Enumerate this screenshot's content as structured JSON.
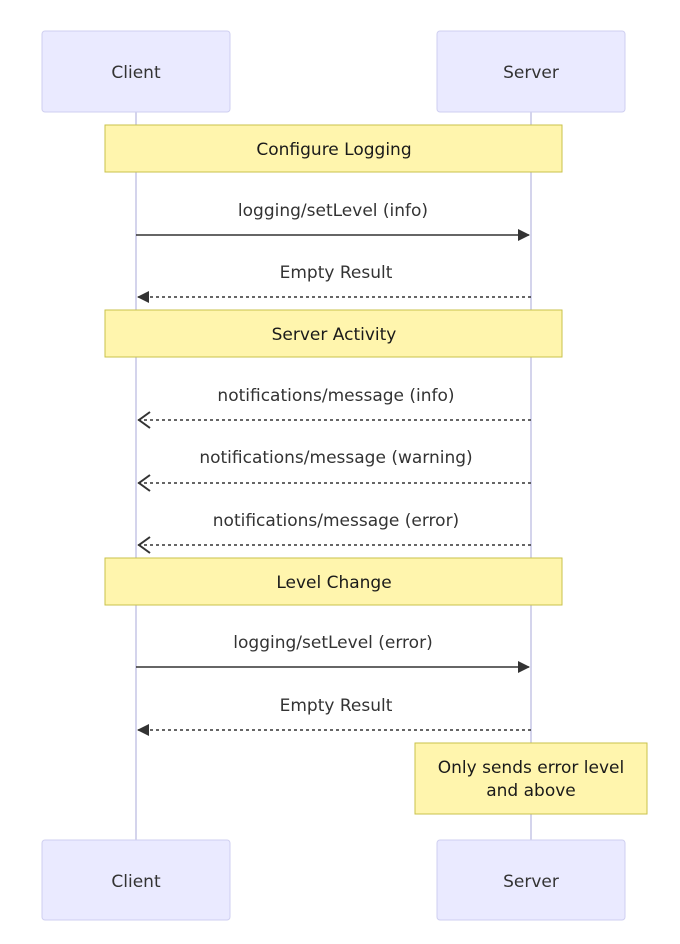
{
  "participants": [
    {
      "id": "client",
      "label": "Client"
    },
    {
      "id": "server",
      "label": "Server"
    }
  ],
  "notes": [
    {
      "id": "configure",
      "lines": [
        "Configure Logging"
      ]
    },
    {
      "id": "activity",
      "lines": [
        "Server Activity"
      ]
    },
    {
      "id": "level",
      "lines": [
        "Level Change"
      ]
    },
    {
      "id": "only",
      "lines": [
        "Only sends error level",
        "and above"
      ]
    }
  ],
  "messages": [
    {
      "label": "logging/setLevel (info)",
      "from": "client",
      "to": "server",
      "style": "solid"
    },
    {
      "label": "Empty Result",
      "from": "server",
      "to": "client",
      "style": "dashed"
    },
    {
      "label": "notifications/message (info)",
      "from": "server",
      "to": "client",
      "style": "dashed-open"
    },
    {
      "label": "notifications/message (warning)",
      "from": "server",
      "to": "client",
      "style": "dashed-open"
    },
    {
      "label": "notifications/message (error)",
      "from": "server",
      "to": "client",
      "style": "dashed-open"
    },
    {
      "label": "logging/setLevel (error)",
      "from": "client",
      "to": "server",
      "style": "solid"
    },
    {
      "label": "Empty Result",
      "from": "server",
      "to": "client",
      "style": "dashed"
    }
  ],
  "colors": {
    "actor_fill": "#eaeaff",
    "actor_stroke": "#cfcff0",
    "lifeline": "#d4d4ec",
    "note_fill": "#fff5ad",
    "note_stroke": "#c9c24a",
    "arrow": "#333333"
  }
}
